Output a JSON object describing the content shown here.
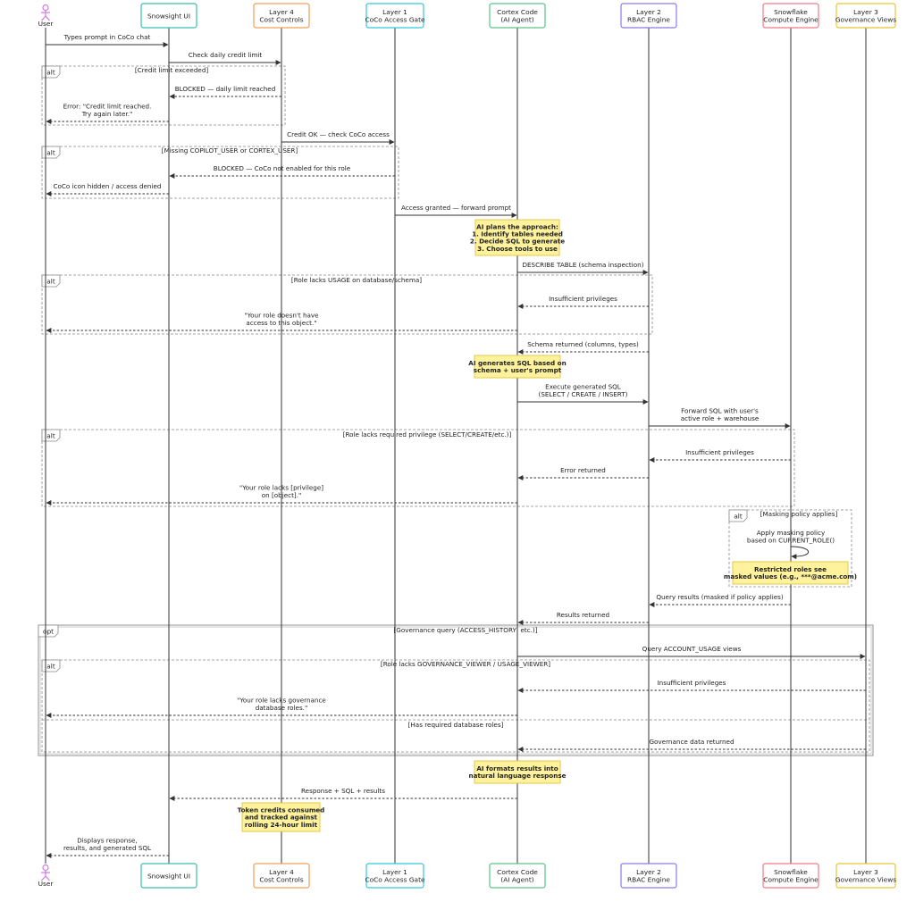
{
  "colors": {
    "user": "#d17ae0",
    "ui": "#3bbfae",
    "cost": "#f0a057",
    "gate": "#35c8d9",
    "cortex": "#5cc489",
    "rbac": "#8a7ce8",
    "compute": "#ef7b86",
    "gov": "#e8c532",
    "note_fill": "#fff29d",
    "note_border": "#e6c84a"
  },
  "participants": [
    {
      "id": "user",
      "label": "User",
      "icon": "person-icon"
    },
    {
      "id": "ui",
      "label": "Snowsight UI"
    },
    {
      "id": "cost",
      "label": "Layer 4\nCost Controls"
    },
    {
      "id": "gate",
      "label": "Layer 1\nCoCo Access Gate"
    },
    {
      "id": "cortex",
      "label": "Cortex Code\n(AI Agent)"
    },
    {
      "id": "rbac",
      "label": "Layer 2\nRBAC Engine"
    },
    {
      "id": "compute",
      "label": "Snowflake\nCompute Engine"
    },
    {
      "id": "gov",
      "label": "Layer 3\nGovernance Views"
    }
  ],
  "messages": [
    {
      "from": "user",
      "to": "ui",
      "label": "Types prompt in CoCo chat",
      "type": "sync"
    },
    {
      "from": "ui",
      "to": "cost",
      "label": "Check daily credit limit",
      "type": "sync"
    },
    {
      "from": "cost",
      "to": "ui",
      "label": "BLOCKED — daily limit reached",
      "type": "return"
    },
    {
      "from": "ui",
      "to": "user",
      "label": "Error: \"Credit limit reached.\nTry again later.\"",
      "type": "return"
    },
    {
      "from": "cost",
      "to": "gate",
      "label": "Credit OK — check CoCo access",
      "type": "sync"
    },
    {
      "from": "gate",
      "to": "ui",
      "label": "BLOCKED — CoCo not enabled for this role",
      "type": "return"
    },
    {
      "from": "ui",
      "to": "user",
      "label": "CoCo icon hidden / access denied",
      "type": "return"
    },
    {
      "from": "gate",
      "to": "cortex",
      "label": "Access granted — forward prompt",
      "type": "sync"
    },
    {
      "from": "cortex",
      "to": "rbac",
      "label": "DESCRIBE TABLE (schema inspection)",
      "type": "sync"
    },
    {
      "from": "rbac",
      "to": "cortex",
      "label": "Insufficient privileges",
      "type": "return"
    },
    {
      "from": "cortex",
      "to": "user",
      "label": "\"Your role doesn't have\naccess to this object.\"",
      "type": "return"
    },
    {
      "from": "rbac",
      "to": "cortex",
      "label": "Schema returned (columns, types)",
      "type": "return"
    },
    {
      "from": "cortex",
      "to": "rbac",
      "label": "Execute generated SQL\n(SELECT / CREATE / INSERT)",
      "type": "sync"
    },
    {
      "from": "rbac",
      "to": "compute",
      "label": "Forward SQL with user's\nactive role + warehouse",
      "type": "sync"
    },
    {
      "from": "compute",
      "to": "rbac",
      "label": "Insufficient privileges",
      "type": "return"
    },
    {
      "from": "rbac",
      "to": "cortex",
      "label": "Error returned",
      "type": "return"
    },
    {
      "from": "cortex",
      "to": "user",
      "label": "\"Your role lacks [privilege]\non [object].\"",
      "type": "return"
    },
    {
      "from": "compute",
      "to": "compute",
      "label": "Apply masking policy\nbased on CURRENT_ROLE()",
      "type": "self"
    },
    {
      "from": "compute",
      "to": "rbac",
      "label": "Query results (masked if policy applies)",
      "type": "return"
    },
    {
      "from": "rbac",
      "to": "cortex",
      "label": "Results returned",
      "type": "return"
    },
    {
      "from": "cortex",
      "to": "gov",
      "label": "Query ACCOUNT_USAGE views",
      "type": "sync"
    },
    {
      "from": "gov",
      "to": "cortex",
      "label": "Insufficient privileges",
      "type": "return"
    },
    {
      "from": "cortex",
      "to": "user",
      "label": "\"Your role lacks governance\ndatabase roles.\"",
      "type": "return"
    },
    {
      "from": "gov",
      "to": "cortex",
      "label": "Governance data returned",
      "type": "return"
    },
    {
      "from": "cortex",
      "to": "ui",
      "label": "Response + SQL + results",
      "type": "return"
    },
    {
      "from": "ui",
      "to": "user",
      "label": "Displays response,\nresults, and generated SQL",
      "type": "return"
    }
  ],
  "notes": [
    {
      "over": "cortex",
      "text": "AI plans the approach:\n1. Identify tables needed\n2. Decide SQL to generate\n3. Choose tools to use"
    },
    {
      "over": "cortex",
      "text": "AI generates SQL based on\nschema + user's prompt"
    },
    {
      "over": "compute",
      "text": "Restricted roles see\nmasked values (e.g., ***@acme.com)"
    },
    {
      "over": "cortex",
      "text": "AI formats results into\nnatural language response"
    },
    {
      "over": "cost",
      "text": "Token credits consumed\nand tracked against\nrolling 24-hour limit"
    }
  ],
  "fragments": [
    {
      "kind": "alt",
      "condition": "[Credit limit exceeded]"
    },
    {
      "kind": "alt",
      "condition": "[Missing COPILOT_USER or CORTEX_USER]"
    },
    {
      "kind": "alt",
      "condition": "[Role lacks USAGE on database/schema]"
    },
    {
      "kind": "alt",
      "condition": "[Role lacks required privilege (SELECT/CREATE/etc.)]"
    },
    {
      "kind": "alt",
      "condition": "[Masking policy applies]"
    },
    {
      "kind": "opt",
      "condition": "[Governance query (ACCESS_HISTORY, etc.)]"
    },
    {
      "kind": "alt",
      "condition": "[Role lacks GOVERNANCE_VIEWER / USAGE_VIEWER]",
      "else": "[Has required database roles]"
    }
  ]
}
